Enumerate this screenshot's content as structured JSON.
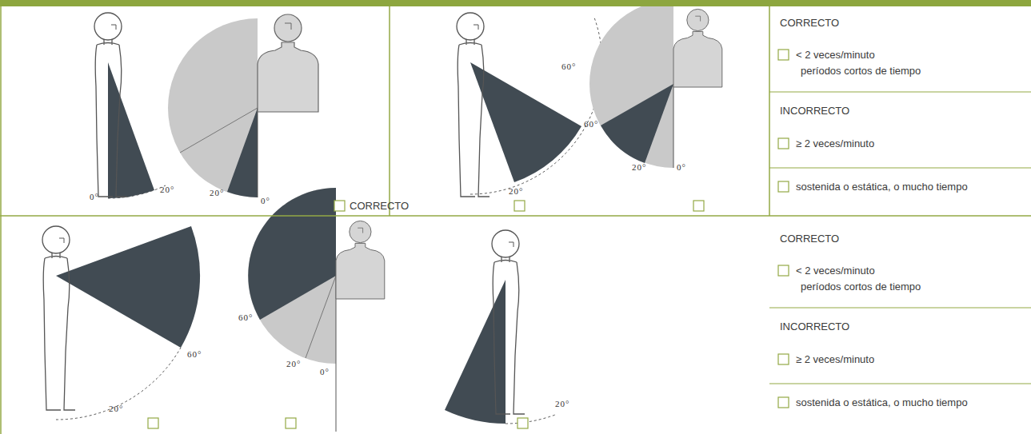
{
  "diagram": {
    "labels": [
      "0°",
      "20°",
      "20°",
      "0°",
      "CORRECTO",
      "60°",
      "20°",
      "60°",
      "20°",
      "0°",
      "CORRECTO",
      "< 2 veces/minuto",
      "períodos cortos de tiempo",
      "INCORRECTO",
      "≥ 2 veces/minuto",
      "sostenida o estática, o mucho tiempo",
      "60°",
      "20°",
      "60°",
      "20°",
      "0°",
      "20°",
      "CORRECTO",
      "< 2 veces/minuto",
      "períodos cortos de tiempo",
      "INCORRECTO",
      "≥ 2 veces/minuto",
      "sostenida o estática, o mucho tiempo"
    ]
  }
}
